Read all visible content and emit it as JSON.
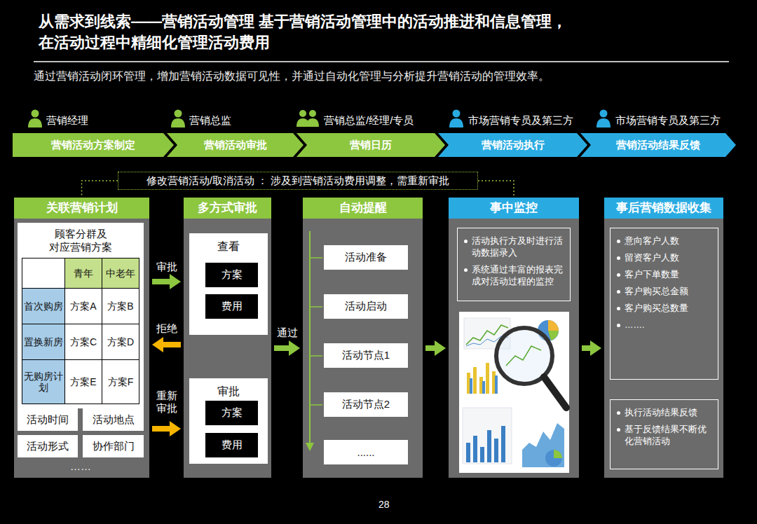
{
  "diagram": {
    "title": "从需求到线索——营销活动管理 基于营销活动管理中的活动推进和信息管理，在活动过程中精细化管理活动费用",
    "nodes": [
      {
        "text": [
          "营销活动方案制定"
        ]
      },
      {
        "text": [
          "营销活动审批"
        ]
      },
      {
        "text": [
          "营销日历"
        ]
      },
      {
        "text": [
          "营销活动执行"
        ]
      },
      {
        "text": [
          "营销活动结果反馈"
        ]
      },
      {
        "text": [
          "修改营销活动/取消活动 ： 涉及到营销活动费用调整，需重新审批"
        ]
      },
      {
        "text": [
          "关联营销计划"
        ]
      },
      {
        "text": [
          "顾客分群及 对应营销方案"
        ],
        "in": 6
      },
      {
        "text": [
          "活动时间"
        ],
        "in": 6
      },
      {
        "text": [
          "活动地点"
        ],
        "in": 6
      },
      {
        "text": [
          "活动形式"
        ],
        "in": 6
      },
      {
        "text": [
          "协作部门"
        ],
        "in": 6
      },
      {
        "text": [
          "多方式审批"
        ]
      },
      {
        "text": [
          "查看"
        ],
        "in": 12
      },
      {
        "text": [
          "方案"
        ],
        "in": 13
      },
      {
        "text": [
          "费用"
        ],
        "in": 13
      },
      {
        "text": [
          "审批"
        ],
        "in": 12
      },
      {
        "text": [
          "方案"
        ],
        "in": 16
      },
      {
        "text": [
          "费用"
        ],
        "in": 16
      },
      {
        "text": [
          "自动提醒"
        ]
      },
      {
        "text": [
          "活动准备"
        ],
        "in": 19
      },
      {
        "text": [
          "活动启动"
        ],
        "in": 19
      },
      {
        "text": [
          "活动节点1"
        ],
        "in": 19
      },
      {
        "text": [
          "活动节点2"
        ],
        "in": 19
      },
      {
        "text": [
          "......"
        ],
        "in": 19
      },
      {
        "text": [
          "事中监控"
        ]
      },
      {
        "text": [
          "活动执行方及时进行活动数据录入",
          "系统通过丰富的报表完成对活动过程的监控"
        ],
        "in": 25
      },
      {
        "text": [
          "事后营销数据收集"
        ]
      },
      {
        "text": [
          "意向客户人数",
          "留资客户人数",
          "客户下单数量",
          "客户购买总金额",
          "客户购买总数量",
          "……."
        ],
        "in": 27
      },
      {
        "text": [
          "执行活动结果反馈",
          "基于反馈结果不断优化营销活动"
        ],
        "in": 27
      }
    ],
    "edges": [
      {
        "from": 6,
        "to": 12,
        "arrow": "to",
        "label": "审批"
      },
      {
        "from": 12,
        "to": 6,
        "arrow": "to",
        "label": "拒绝"
      },
      {
        "from": 6,
        "to": 12,
        "arrow": "to",
        "label": "重新审批"
      },
      {
        "from": 12,
        "to": 19,
        "arrow": "to",
        "label": "通过"
      },
      {
        "from": 19,
        "to": 25,
        "arrow": "to"
      },
      {
        "from": 25,
        "to": 27,
        "arrow": "to"
      },
      {
        "from": 5,
        "to": 6,
        "arrow": "none"
      },
      {
        "from": 5,
        "to": 25,
        "arrow": "none"
      }
    ],
    "labels": [
      "通过营销活动闭环管理，增加营销活动数据可见性，并通过自动化管理与分析提升营销活动的管理效率。",
      "营销经理",
      "营销总监",
      "营销总监/经理/专员",
      "市场营销专员及第三方",
      "市场营销专员及第三方",
      "青年",
      "中老年",
      "首次购房",
      "方案A",
      "方案B",
      "置换新房",
      "方案C",
      "方案D",
      "无购房计划",
      "方案E",
      "方案F",
      "……",
      "28"
    ]
  }
}
